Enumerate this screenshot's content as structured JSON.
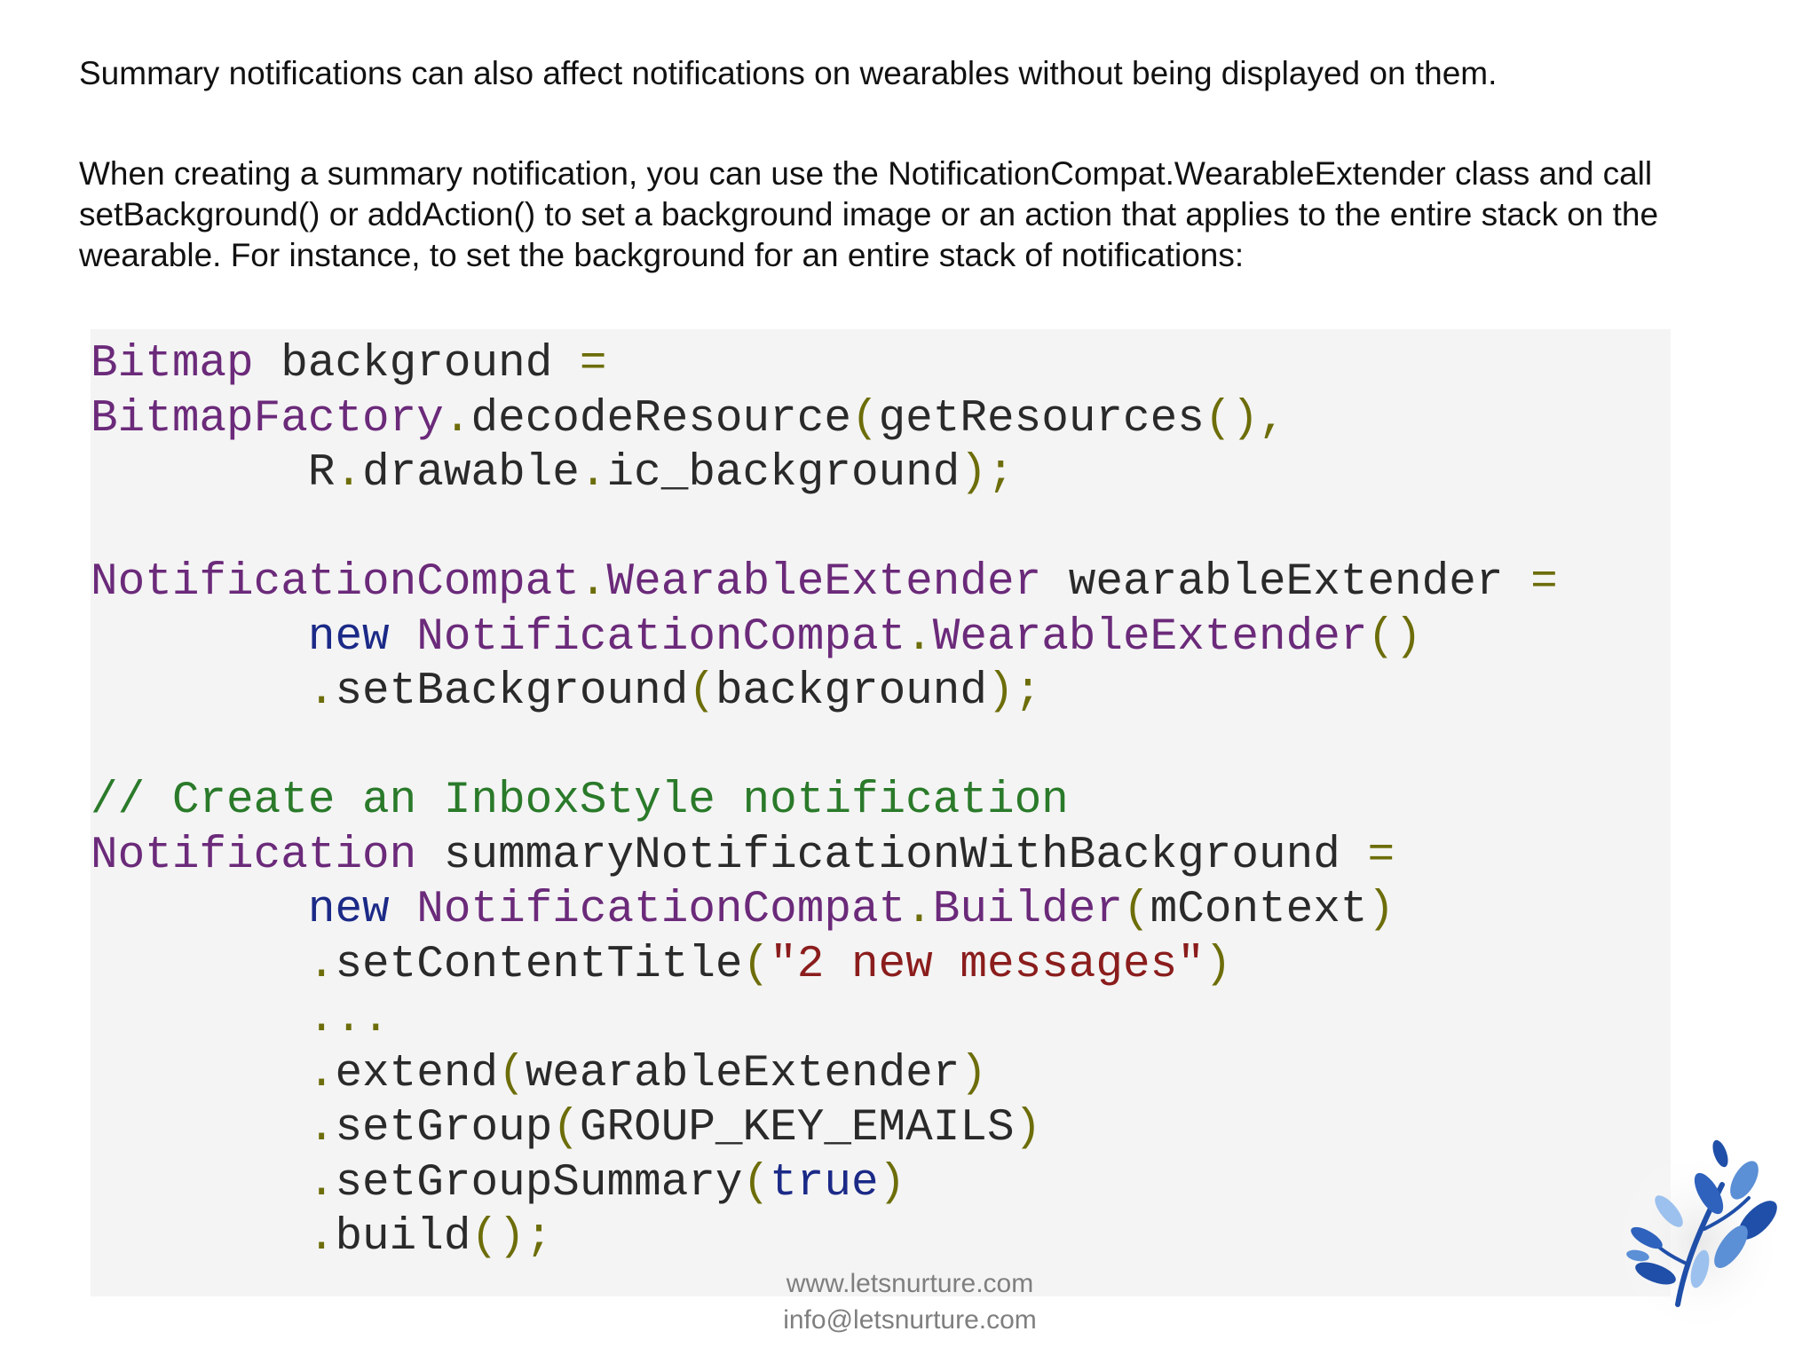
{
  "paragraphs": {
    "p1": "Summary notifications can also affect notifications on wearables without being displayed on them.",
    "p2": "When creating a summary notification, you can use the NotificationCompat.WearableExtender class and call setBackground() or addAction() to set a background image or an action that applies to the entire stack on the wearable. For instance, to set the background for an entire stack of notifications:"
  },
  "code": {
    "lines": [
      [
        {
          "t": "Bitmap",
          "c": "type"
        },
        {
          "t": " background ",
          "c": "id"
        },
        {
          "t": "=",
          "c": "pn"
        }
      ],
      [
        {
          "t": "BitmapFactory",
          "c": "type"
        },
        {
          "t": ".",
          "c": "pn"
        },
        {
          "t": "decodeResource",
          "c": "id"
        },
        {
          "t": "(",
          "c": "pn"
        },
        {
          "t": "getResources",
          "c": "id"
        },
        {
          "t": "(),",
          "c": "pn"
        }
      ],
      [
        {
          "t": "        R",
          "c": "id"
        },
        {
          "t": ".",
          "c": "pn"
        },
        {
          "t": "drawable",
          "c": "id"
        },
        {
          "t": ".",
          "c": "pn"
        },
        {
          "t": "ic_background",
          "c": "id"
        },
        {
          "t": ");",
          "c": "pn"
        }
      ],
      [],
      [
        {
          "t": "NotificationCompat",
          "c": "type"
        },
        {
          "t": ".",
          "c": "pn"
        },
        {
          "t": "WearableExtender",
          "c": "type"
        },
        {
          "t": " wearableExtender ",
          "c": "id"
        },
        {
          "t": "=",
          "c": "pn"
        }
      ],
      [
        {
          "t": "        ",
          "c": "id"
        },
        {
          "t": "new",
          "c": "kw"
        },
        {
          "t": " ",
          "c": "id"
        },
        {
          "t": "NotificationCompat",
          "c": "type"
        },
        {
          "t": ".",
          "c": "pn"
        },
        {
          "t": "WearableExtender",
          "c": "type"
        },
        {
          "t": "()",
          "c": "pn"
        }
      ],
      [
        {
          "t": "        ",
          "c": "id"
        },
        {
          "t": ".",
          "c": "pn"
        },
        {
          "t": "setBackground",
          "c": "id"
        },
        {
          "t": "(",
          "c": "pn"
        },
        {
          "t": "background",
          "c": "id"
        },
        {
          "t": ");",
          "c": "pn"
        }
      ],
      [],
      [
        {
          "t": "// Create an InboxStyle notification",
          "c": "cm"
        }
      ],
      [
        {
          "t": "Notification",
          "c": "type"
        },
        {
          "t": " summaryNotificationWithBackground ",
          "c": "id"
        },
        {
          "t": "=",
          "c": "pn"
        }
      ],
      [
        {
          "t": "        ",
          "c": "id"
        },
        {
          "t": "new",
          "c": "kw"
        },
        {
          "t": " ",
          "c": "id"
        },
        {
          "t": "NotificationCompat",
          "c": "type"
        },
        {
          "t": ".",
          "c": "pn"
        },
        {
          "t": "Builder",
          "c": "type"
        },
        {
          "t": "(",
          "c": "pn"
        },
        {
          "t": "mContext",
          "c": "id"
        },
        {
          "t": ")",
          "c": "pn"
        }
      ],
      [
        {
          "t": "        ",
          "c": "id"
        },
        {
          "t": ".",
          "c": "pn"
        },
        {
          "t": "setContentTitle",
          "c": "id"
        },
        {
          "t": "(",
          "c": "pn"
        },
        {
          "t": "\"2 new messages\"",
          "c": "str"
        },
        {
          "t": ")",
          "c": "pn"
        }
      ],
      [
        {
          "t": "        ",
          "c": "id"
        },
        {
          "t": "...",
          "c": "pn"
        }
      ],
      [
        {
          "t": "        ",
          "c": "id"
        },
        {
          "t": ".",
          "c": "pn"
        },
        {
          "t": "extend",
          "c": "id"
        },
        {
          "t": "(",
          "c": "pn"
        },
        {
          "t": "wearableExtender",
          "c": "id"
        },
        {
          "t": ")",
          "c": "pn"
        }
      ],
      [
        {
          "t": "        ",
          "c": "id"
        },
        {
          "t": ".",
          "c": "pn"
        },
        {
          "t": "setGroup",
          "c": "id"
        },
        {
          "t": "(",
          "c": "pn"
        },
        {
          "t": "GROUP_KEY_EMAILS",
          "c": "id"
        },
        {
          "t": ")",
          "c": "pn"
        }
      ],
      [
        {
          "t": "        ",
          "c": "id"
        },
        {
          "t": ".",
          "c": "pn"
        },
        {
          "t": "setGroupSummary",
          "c": "id"
        },
        {
          "t": "(",
          "c": "pn"
        },
        {
          "t": "true",
          "c": "kw"
        },
        {
          "t": ")",
          "c": "pn"
        }
      ],
      [
        {
          "t": "        ",
          "c": "id"
        },
        {
          "t": ".",
          "c": "pn"
        },
        {
          "t": "build",
          "c": "id"
        },
        {
          "t": "();",
          "c": "pn"
        }
      ]
    ]
  },
  "footer": {
    "website": "www.letsnurture.com",
    "email": "info@letsnurture.com"
  },
  "logo": {
    "icon": "leaf-plant-logo-icon",
    "colors": [
      "#1f4fa8",
      "#5b8fd6",
      "#9cc1ee"
    ]
  }
}
